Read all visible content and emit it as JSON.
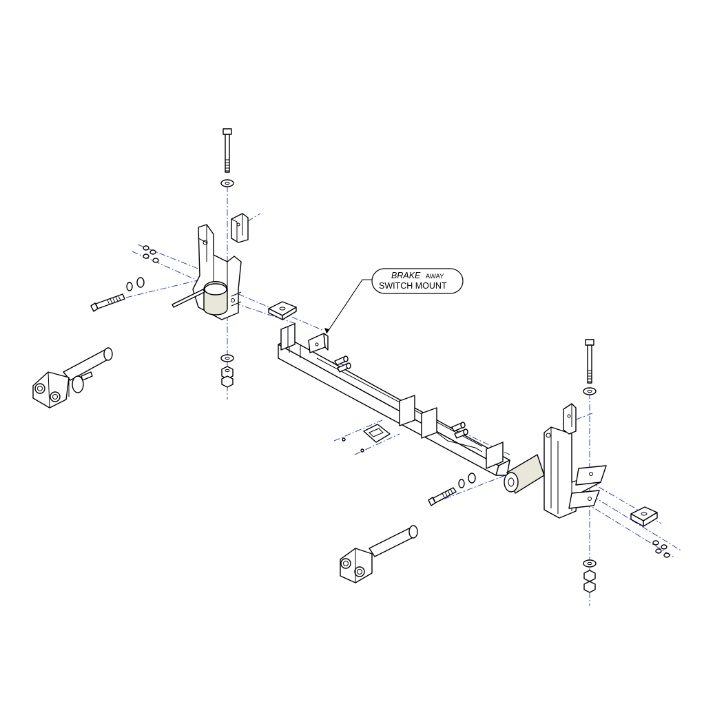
{
  "callout": {
    "line1_emphasis": "BRAKE",
    "line1_rest": "AWAY",
    "line2": "SWITCH MOUNT"
  },
  "colors": {
    "centerline": "#2b3fd6",
    "line": "#000000",
    "part_tint": "#e9e6da",
    "background": "#ffffff"
  }
}
